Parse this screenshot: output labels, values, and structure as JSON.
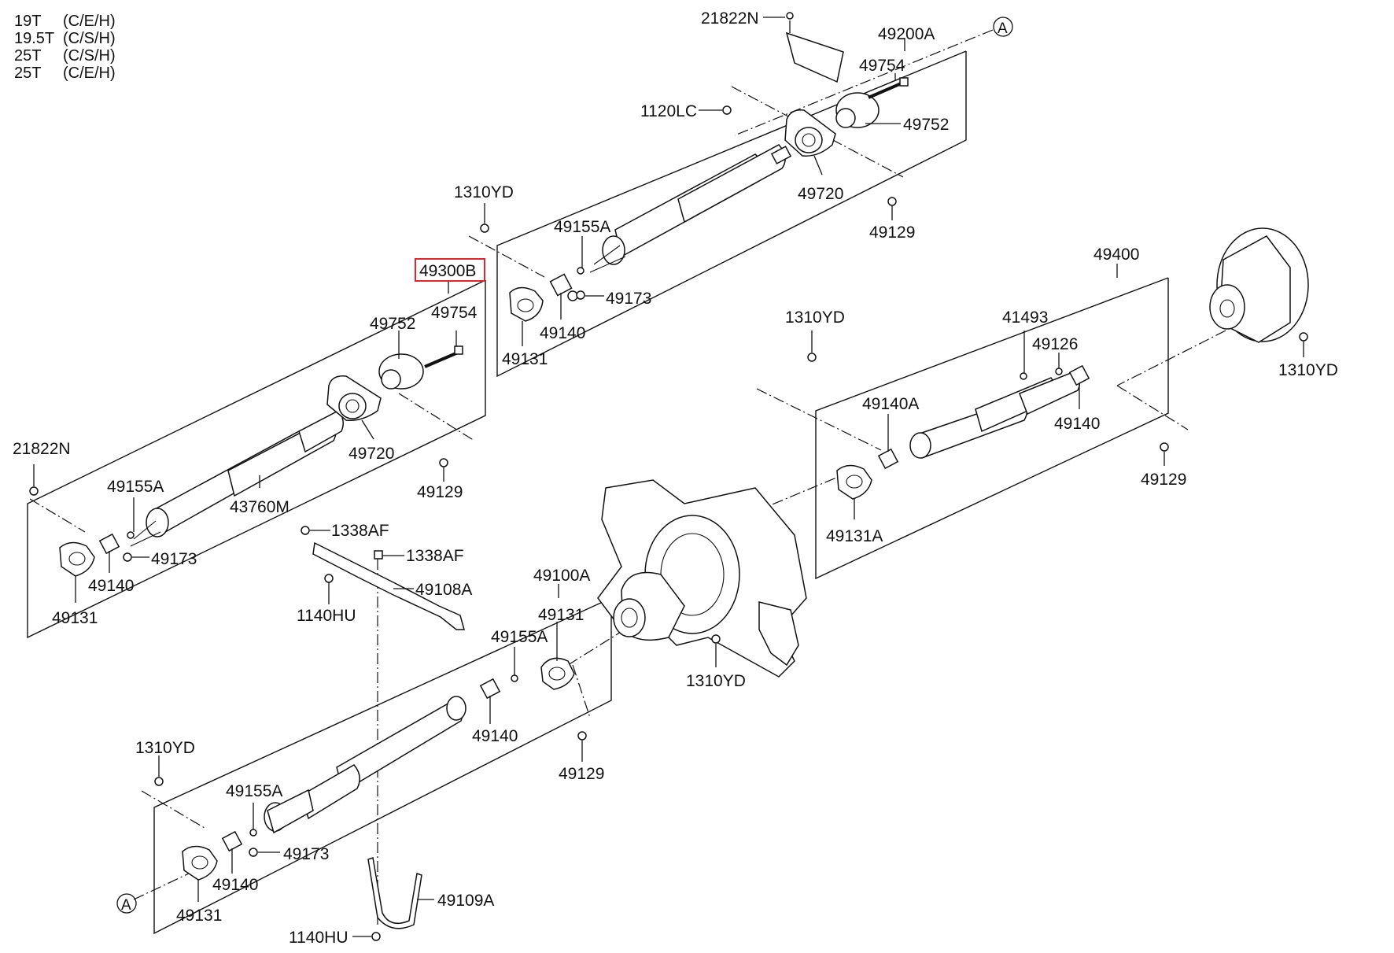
{
  "variants": [
    {
      "tonnage": "19T",
      "code": "(C/E/H)"
    },
    {
      "tonnage": "19.5T",
      "code": "(C/S/H)"
    },
    {
      "tonnage": "25T",
      "code": "(C/S/H)"
    },
    {
      "tonnage": "25T",
      "code": "(C/E/H)"
    }
  ],
  "callout_marker": "A",
  "selected_part": "49300B",
  "labels": {
    "p21822n_top": "21822N",
    "p49200a": "49200A",
    "p49754_top": "49754",
    "p1120lc": "1120LC",
    "p49752_top": "49752",
    "p49720_top": "49720",
    "p1310yd_a": "1310YD",
    "p49155a_top": "49155A",
    "p49129_top": "49129",
    "p49173_top": "49173",
    "p49140_top": "49140",
    "p49131_top": "49131",
    "p49400": "49400",
    "p1310yd_b": "1310YD",
    "p41493": "41493",
    "p49126": "49126",
    "p1310yd_c": "1310YD",
    "p49140a": "49140A",
    "p49140_right": "49140",
    "p49129_right": "49129",
    "p49131a": "49131A",
    "p49300b": "49300B",
    "p49754_mid": "49754",
    "p49752_mid": "49752",
    "p49720_mid": "49720",
    "p21822n_left": "21822N",
    "p49155a_mid": "49155A",
    "p43760m": "43760M",
    "p49129_mid": "49129",
    "p49173_mid": "49173",
    "p49140_mid": "49140",
    "p49131_mid": "49131",
    "p1338af_a": "1338AF",
    "p1338af_b": "1338AF",
    "p49108a": "49108A",
    "p1140hu_a": "1140HU",
    "p49100a": "49100A",
    "p49131_low": "49131",
    "p49155a_low": "49155A",
    "p1310yd_d": "1310YD",
    "p49140_low": "49140",
    "p49129_low": "49129",
    "p1310yd_e": "1310YD",
    "p49155a_bot": "49155A",
    "p49173_bot": "49173",
    "p49140_bot": "49140",
    "p49131_bot": "49131",
    "p49109a": "49109A",
    "p1140hu_b": "1140HU"
  }
}
